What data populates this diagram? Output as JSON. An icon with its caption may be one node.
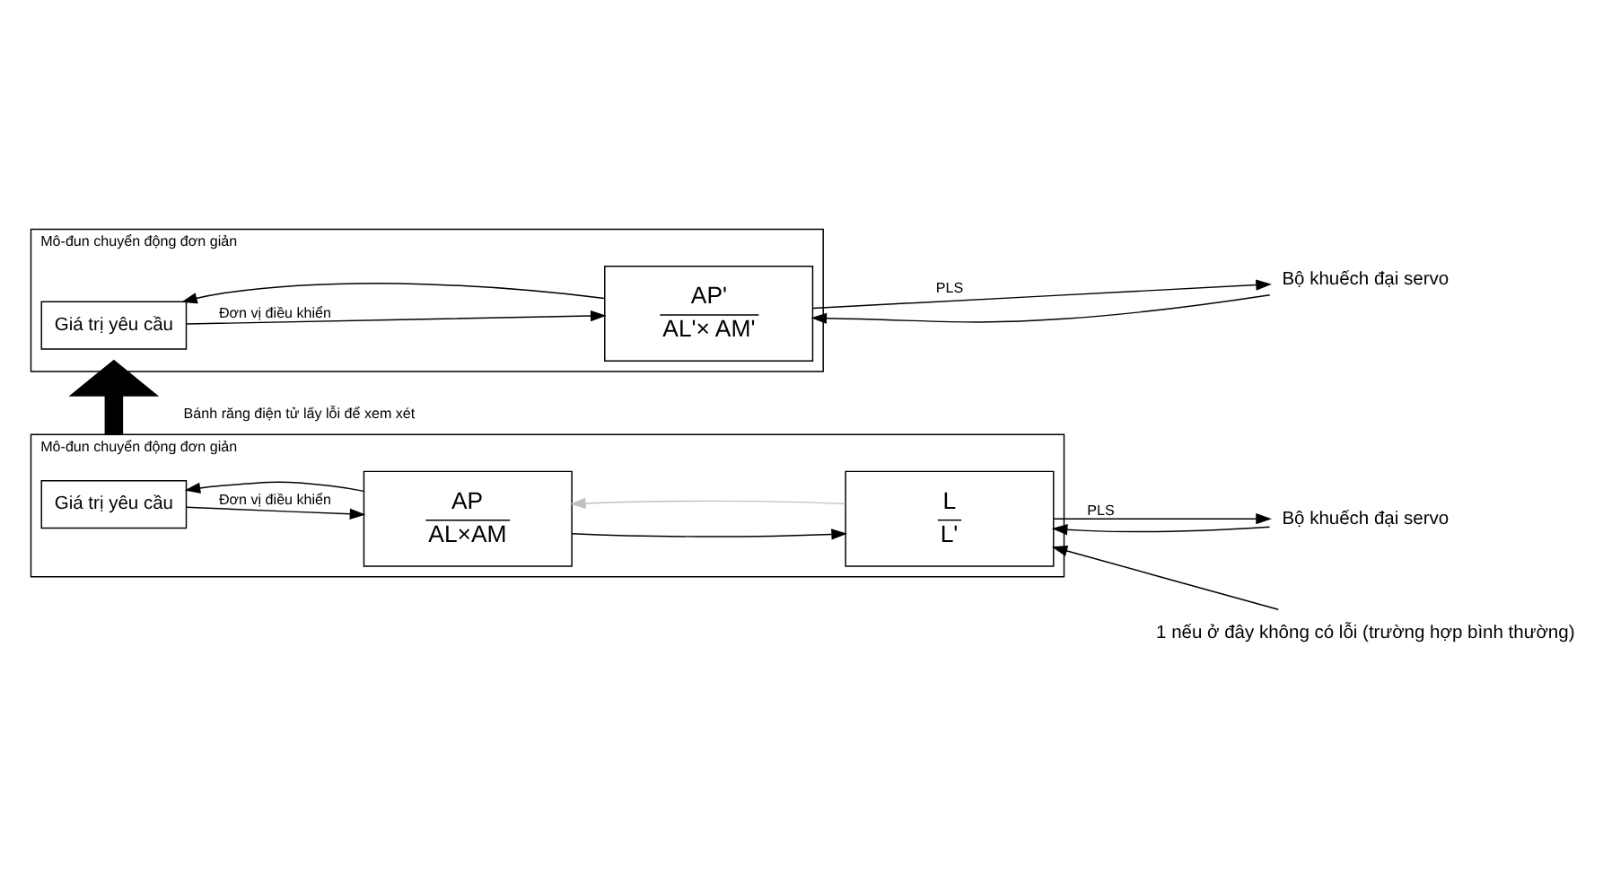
{
  "diagram": {
    "nodes": [
      {
        "text": [
          "Mô-đun chuyển động đơn giản"
        ]
      },
      {
        "text": [
          "Giá trị yêu cầu"
        ],
        "in": 0
      },
      {
        "text": [
          "AP",
          "AL×AM"
        ],
        "in": 0
      },
      {
        "text": [
          "L",
          "L'"
        ],
        "in": 0
      },
      {
        "text": [
          "Bộ khuếch đại servo"
        ]
      },
      {
        "text": [
          "1 nếu ở đây không có lỗi (trường hợp bình thường)"
        ]
      },
      {
        "text": [
          "Mô-đun chuyển động đơn giản"
        ]
      },
      {
        "text": [
          "Giá trị yêu cầu"
        ],
        "in": 6
      },
      {
        "text": [
          "AP'",
          "AL'× AM'"
        ],
        "in": 6
      },
      {
        "text": [
          "Bộ khuếch đại servo"
        ]
      }
    ],
    "edges": [
      {
        "from": 1,
        "to": 2,
        "arrow": "to",
        "label": "Đơn vị điều khiển"
      },
      {
        "from": 2,
        "to": 1,
        "arrow": "to"
      },
      {
        "from": 2,
        "to": 3,
        "arrow": "to"
      },
      {
        "from": 3,
        "to": 2,
        "arrow": "to",
        "color": "#c0c0c0"
      },
      {
        "from": 3,
        "to": 4,
        "arrow": "to",
        "label": "PLS"
      },
      {
        "from": 4,
        "to": 3,
        "arrow": "to"
      },
      {
        "from": 5,
        "to": 3,
        "arrow": "to"
      },
      {
        "from": 0,
        "to": 6,
        "arrow": "to",
        "style": "thick",
        "label": "Bánh răng điện tử lấy lỗi để xem xét"
      },
      {
        "from": 7,
        "to": 8,
        "arrow": "to",
        "label": "Đơn vị điều khiển"
      },
      {
        "from": 8,
        "to": 7,
        "arrow": "to"
      },
      {
        "from": 8,
        "to": 9,
        "arrow": "to",
        "label": "PLS"
      },
      {
        "from": 9,
        "to": 8,
        "arrow": "to"
      }
    ]
  }
}
